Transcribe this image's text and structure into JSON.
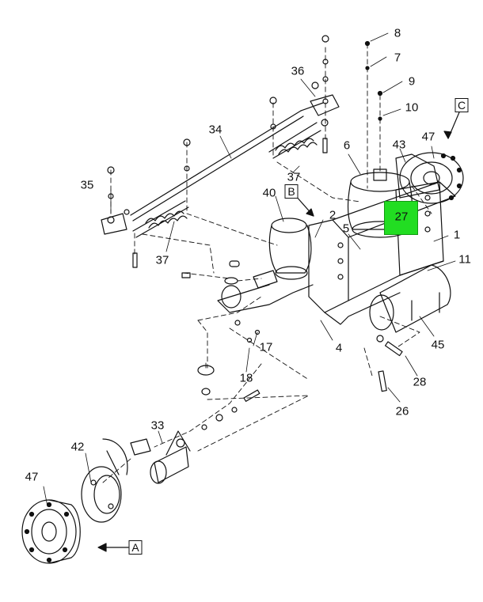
{
  "diagram": {
    "callouts": [
      {
        "id": "c8",
        "text": "8"
      },
      {
        "id": "c7",
        "text": "7"
      },
      {
        "id": "c9",
        "text": "9"
      },
      {
        "id": "c10",
        "text": "10"
      },
      {
        "id": "c36",
        "text": "36"
      },
      {
        "id": "c6",
        "text": "6"
      },
      {
        "id": "c43",
        "text": "43"
      },
      {
        "id": "c47a",
        "text": "47"
      },
      {
        "id": "c34",
        "text": "34"
      },
      {
        "id": "c37a",
        "text": "37"
      },
      {
        "id": "c35",
        "text": "35"
      },
      {
        "id": "c40",
        "text": "40"
      },
      {
        "id": "c2",
        "text": "2"
      },
      {
        "id": "c5",
        "text": "5"
      },
      {
        "id": "c27",
        "text": "27"
      },
      {
        "id": "c1",
        "text": "1"
      },
      {
        "id": "c11",
        "text": "11"
      },
      {
        "id": "c37b",
        "text": "37"
      },
      {
        "id": "c4",
        "text": "4"
      },
      {
        "id": "c17",
        "text": "17"
      },
      {
        "id": "c45",
        "text": "45"
      },
      {
        "id": "c18",
        "text": "18"
      },
      {
        "id": "c28",
        "text": "28"
      },
      {
        "id": "c26",
        "text": "26"
      },
      {
        "id": "c33",
        "text": "33"
      },
      {
        "id": "c42",
        "text": "42"
      },
      {
        "id": "c47b",
        "text": "47"
      }
    ],
    "view_labels": {
      "A": "A",
      "B": "B",
      "C": "C"
    },
    "highlight": {
      "callout": "27",
      "color": "#22dd22"
    }
  }
}
